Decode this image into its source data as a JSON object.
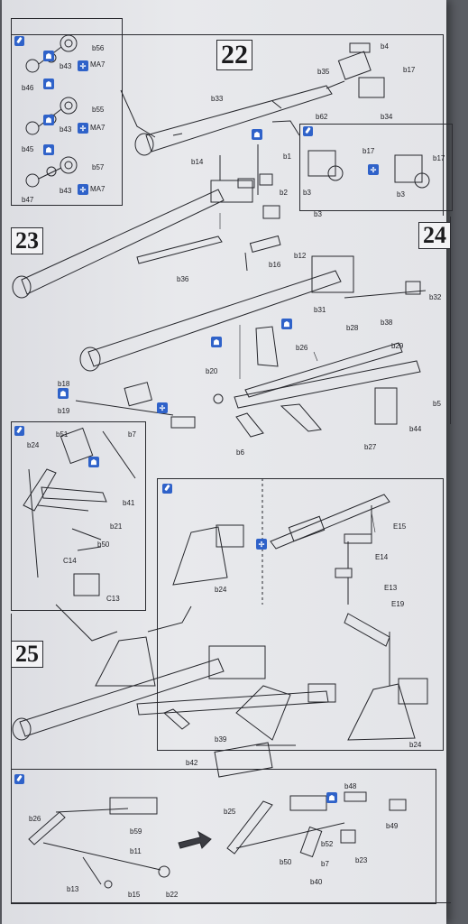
{
  "steps": {
    "s22": "22",
    "s23": "23",
    "s24": "24",
    "s25": "25"
  },
  "labels": {
    "b56": "b56",
    "b43a": "b43",
    "ma7a": "MA7",
    "b46": "b46",
    "b55": "b55",
    "b43b": "b43",
    "ma7b": "MA7",
    "b45": "b45",
    "b57": "b57",
    "b43c": "b43",
    "ma7c": "MA7",
    "b47": "b47",
    "b4": "b4",
    "b35": "b35",
    "b17a": "b17",
    "b33": "b33",
    "b62": "b62",
    "b34": "b34",
    "b14": "b14",
    "b1": "b1",
    "b2": "b2",
    "b3a": "b3",
    "b17b": "b17",
    "b17c": "b17",
    "b3b": "b3",
    "b3c": "b3",
    "b12": "b12",
    "b16": "b16",
    "b36": "b36",
    "b32": "b32",
    "b31": "b31",
    "b28": "b28",
    "b38": "b38",
    "b26": "b26",
    "b29": "b29",
    "b20": "b20",
    "b18": "b18",
    "b19": "b19",
    "b5": "b5",
    "b44": "b44",
    "b27": "b27",
    "b6": "b6",
    "b24a": "b24",
    "b51": "b51",
    "b7a": "b7",
    "b41": "b41",
    "b21": "b21",
    "b50a": "b50",
    "c14": "C14",
    "c13": "C13",
    "e15": "E15",
    "e14": "E14",
    "e13": "E13",
    "e19": "E19",
    "b24b": "b24",
    "b24c": "b24",
    "b39": "b39",
    "b42": "b42",
    "b26b": "b26",
    "b59": "b59",
    "b11": "b11",
    "b13": "b13",
    "b15": "b15",
    "b22": "b22",
    "b25": "b25",
    "b48": "b48",
    "b49": "b49",
    "b52": "b52",
    "b23": "b23",
    "b50b": "b50",
    "b7b": "b7",
    "b40": "b40"
  },
  "icons": {
    "paint": "paint-brush-icon",
    "glue": "glue-tube-icon",
    "flip": "flip-side-icon",
    "arrow": "proceed-arrow-icon"
  },
  "colors": {
    "accent": "#2f62c9",
    "line": "#2a2b30",
    "paper": "#e6e7ea"
  }
}
